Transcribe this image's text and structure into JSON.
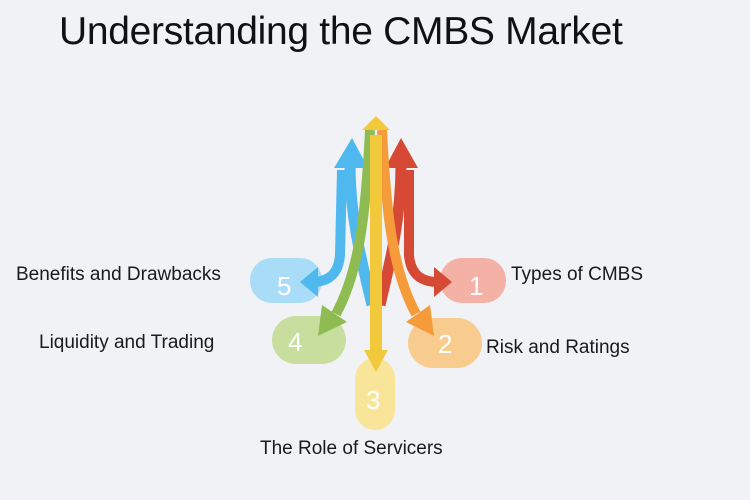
{
  "title": "Understanding the CMBS Market",
  "items": [
    {
      "number": "1",
      "label": "Types of CMBS",
      "color": "#d64a35",
      "pill_color": "#f4b1a6"
    },
    {
      "number": "2",
      "label": "Risk and Ratings",
      "color": "#f59b3a",
      "pill_color": "#f8cb8e"
    },
    {
      "number": "3",
      "label": "The Role of Servicers",
      "color": "#f3c93c",
      "pill_color": "#f9e59a"
    },
    {
      "number": "4",
      "label": "Liquidity and Trading",
      "color": "#8fbc52",
      "pill_color": "#c8de9e"
    },
    {
      "number": "5",
      "label": "Benefits and Drawbacks",
      "color": "#4fb8ee",
      "pill_color": "#a9dcf7"
    }
  ]
}
